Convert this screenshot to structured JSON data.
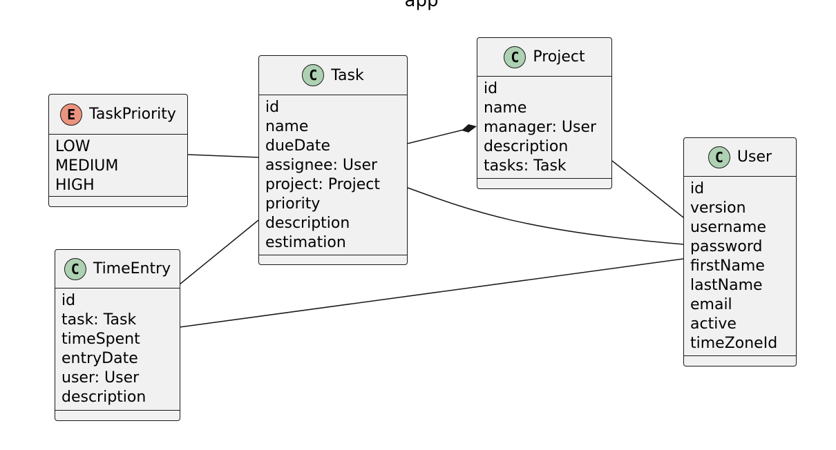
{
  "diagram": {
    "title_fragment": "app"
  },
  "stereotypes": {
    "class": "C",
    "enum": "E",
    "class_color": "#add1b2",
    "enum_color": "#eb937f"
  },
  "classes": {
    "task_priority": {
      "name": "TaskPriority",
      "attrs": [
        "LOW",
        "MEDIUM",
        "HIGH"
      ]
    },
    "task": {
      "name": "Task",
      "attrs": [
        "id",
        "name",
        "dueDate",
        "assignee: User",
        "project: Project",
        "priority",
        "description",
        "estimation"
      ]
    },
    "project": {
      "name": "Project",
      "attrs": [
        "id",
        "name",
        "manager: User",
        "description",
        "tasks: Task"
      ]
    },
    "user": {
      "name": "User",
      "attrs": [
        "id",
        "version",
        "username",
        "password",
        "firstName",
        "lastName",
        "email",
        "active",
        "timeZoneId"
      ]
    },
    "time_entry": {
      "name": "TimeEntry",
      "attrs": [
        "id",
        "task: Task",
        "timeSpent",
        "entryDate",
        "user: User",
        "description"
      ]
    }
  }
}
